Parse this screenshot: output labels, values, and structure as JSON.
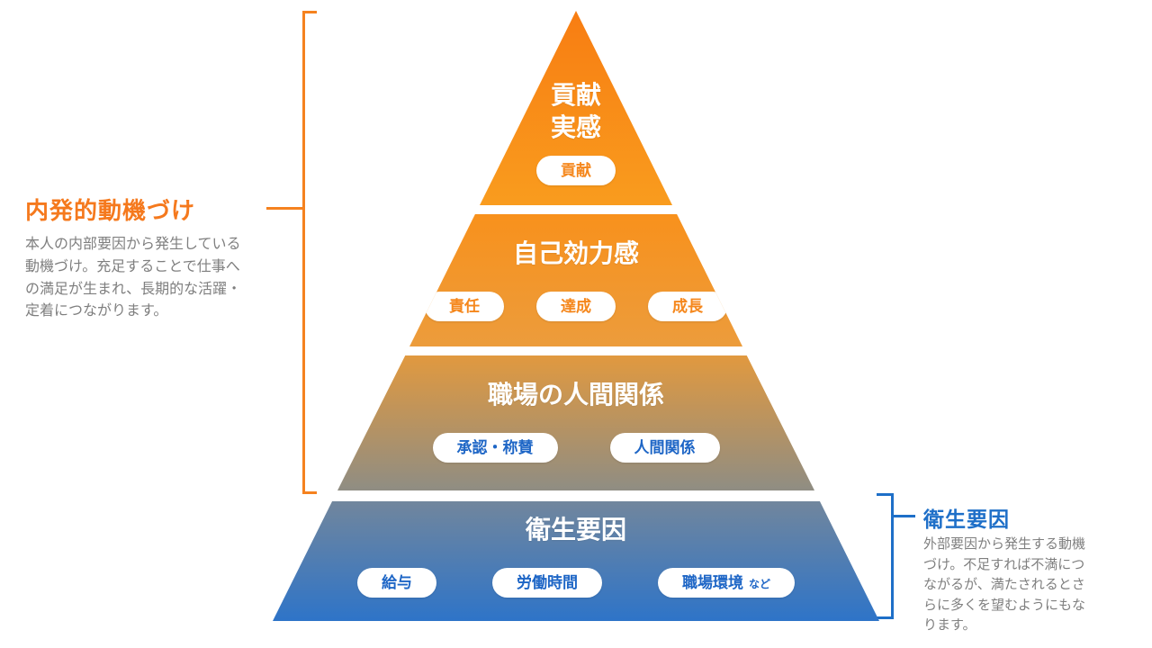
{
  "colors": {
    "accent_orange": "#f5821f",
    "accent_blue": "#1e6fc8",
    "description_gray": "#7f7f7f",
    "pill_text_orange": "#f5871c",
    "pill_text_blue": "#1e66c6",
    "pyramid_top_orange": "#f87d12",
    "pyramid_mid_tan": "#8f8d83",
    "pyramid_bottom_blue": "#2e74c8"
  },
  "left_annotation": {
    "title": "内発的動機づけ",
    "description": "本人の内部要因から発生している動機づけ。充足することで仕事への満足が生まれ、長期的な活躍・定着につながります。"
  },
  "right_annotation": {
    "title": "衛生要因",
    "description": "外部要因から発生する動機づけ。不足すれば不満につながるが、満たされるとさらに多くを望むようにもなります。"
  },
  "pyramid": {
    "levels": [
      {
        "title": "貢献\n実感",
        "pills": [
          "貢献"
        ]
      },
      {
        "title": "自己効力感",
        "pills": [
          "責任",
          "達成",
          "成長"
        ]
      },
      {
        "title": "職場の人間関係",
        "pills": [
          "承認・称賛",
          "人間関係"
        ]
      },
      {
        "title": "衛生要因",
        "pills": [
          "給与",
          "労働時間",
          "職場環境"
        ],
        "pill_suffix": "など"
      }
    ]
  }
}
